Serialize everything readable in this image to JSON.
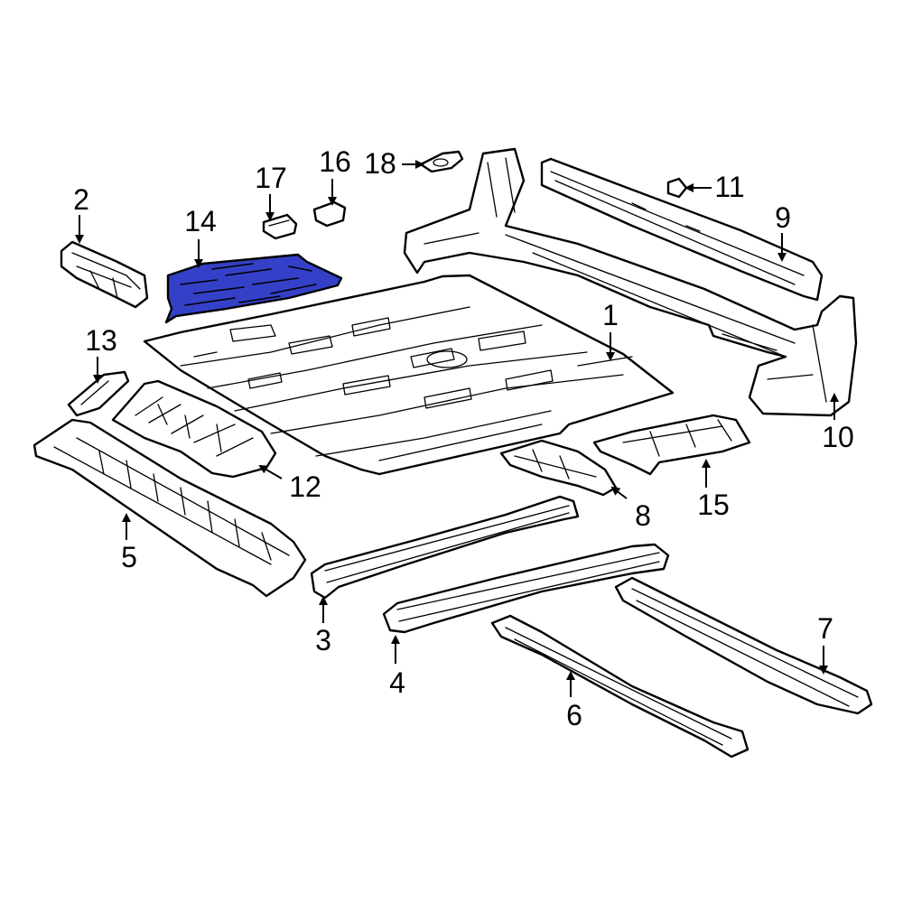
{
  "diagram": {
    "highlight_color": "#3540c8",
    "highlighted_part": "14",
    "callouts": [
      "1",
      "2",
      "3",
      "4",
      "5",
      "6",
      "7",
      "8",
      "9",
      "10",
      "11",
      "12",
      "13",
      "14",
      "15",
      "16",
      "17",
      "18"
    ]
  }
}
